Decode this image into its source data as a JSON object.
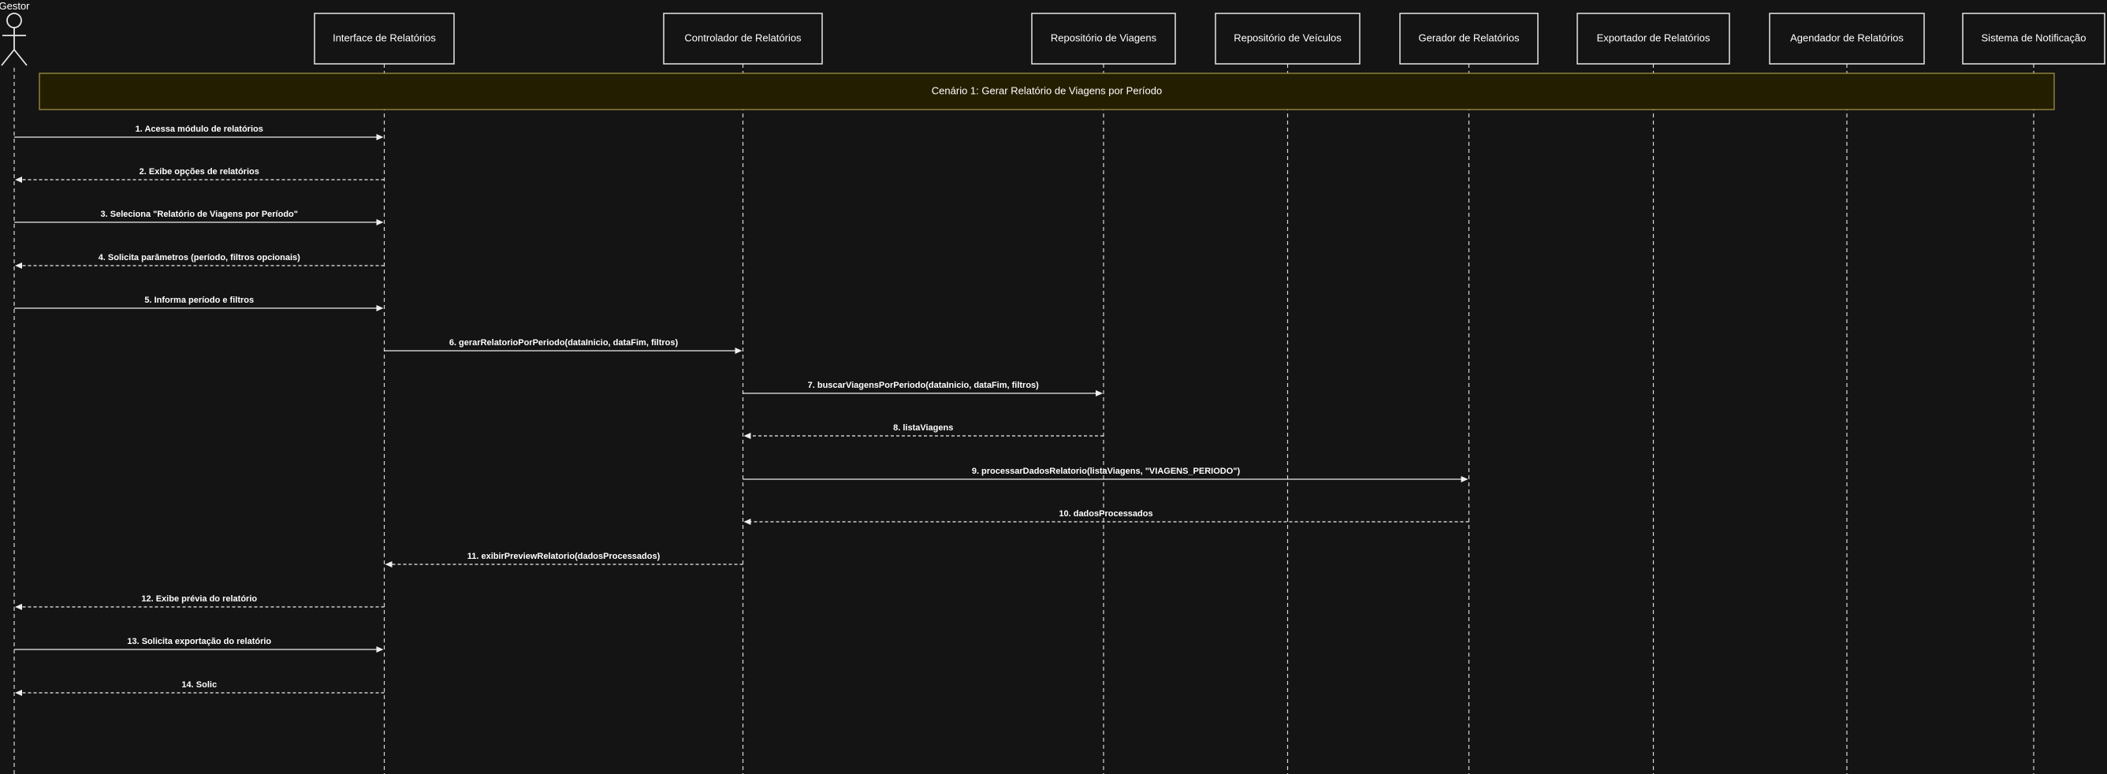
{
  "diagram": {
    "type": "sequence",
    "actor": {
      "label": "Gestor"
    },
    "participants": [
      {
        "key": "interface",
        "label": "Interface de Relatórios"
      },
      {
        "key": "controlador",
        "label": "Controlador de Relatórios"
      },
      {
        "key": "repo_viagens",
        "label": "Repositório de Viagens"
      },
      {
        "key": "repo_veiculos",
        "label": "Repositório de Veículos"
      },
      {
        "key": "gerador",
        "label": "Gerador de Relatórios"
      },
      {
        "key": "exportador",
        "label": "Exportador de Relatórios"
      },
      {
        "key": "agendador",
        "label": "Agendador de Relatórios"
      },
      {
        "key": "notificacao",
        "label": "Sistema de Notificação"
      }
    ],
    "scenario": {
      "label": "Cenário 1: Gerar Relatório de Viagens por Período"
    },
    "messages": [
      {
        "from": "gestor",
        "to": "interface",
        "label": "1. Acessa módulo de relatórios",
        "style": "sync"
      },
      {
        "from": "interface",
        "to": "gestor",
        "label": "2. Exibe opções de relatórios",
        "style": "return"
      },
      {
        "from": "gestor",
        "to": "interface",
        "label": "3. Seleciona \"Relatório de Viagens por Período\"",
        "style": "sync"
      },
      {
        "from": "interface",
        "to": "gestor",
        "label": "4. Solicita parâmetros (período, filtros opcionais)",
        "style": "return"
      },
      {
        "from": "gestor",
        "to": "interface",
        "label": "5. Informa período e filtros",
        "style": "sync"
      },
      {
        "from": "interface",
        "to": "controlador",
        "label": "6. gerarRelatorioPorPeriodo(dataInicio, dataFim, filtros)",
        "style": "sync"
      },
      {
        "from": "controlador",
        "to": "repo_viagens",
        "label": "7. buscarViagensPorPeriodo(dataInicio, dataFim, filtros)",
        "style": "sync"
      },
      {
        "from": "repo_viagens",
        "to": "controlador",
        "label": "8. listaViagens",
        "style": "return"
      },
      {
        "from": "controlador",
        "to": "gerador",
        "label": "9. processarDadosRelatorio(listaViagens, \"VIAGENS_PERIODO\")",
        "style": "sync"
      },
      {
        "from": "gerador",
        "to": "controlador",
        "label": "10. dadosProcessados",
        "style": "return"
      },
      {
        "from": "controlador",
        "to": "interface",
        "label": "11. exibirPreviewRelatorio(dadosProcessados)",
        "style": "return"
      },
      {
        "from": "interface",
        "to": "gestor",
        "label": "12. Exibe prévia do relatório",
        "style": "return"
      },
      {
        "from": "gestor",
        "to": "interface",
        "label": "13. Solicita exportação do relatório",
        "style": "sync"
      },
      {
        "from": "interface",
        "to": "gestor",
        "label": "14. Solic",
        "style": "return"
      }
    ]
  }
}
